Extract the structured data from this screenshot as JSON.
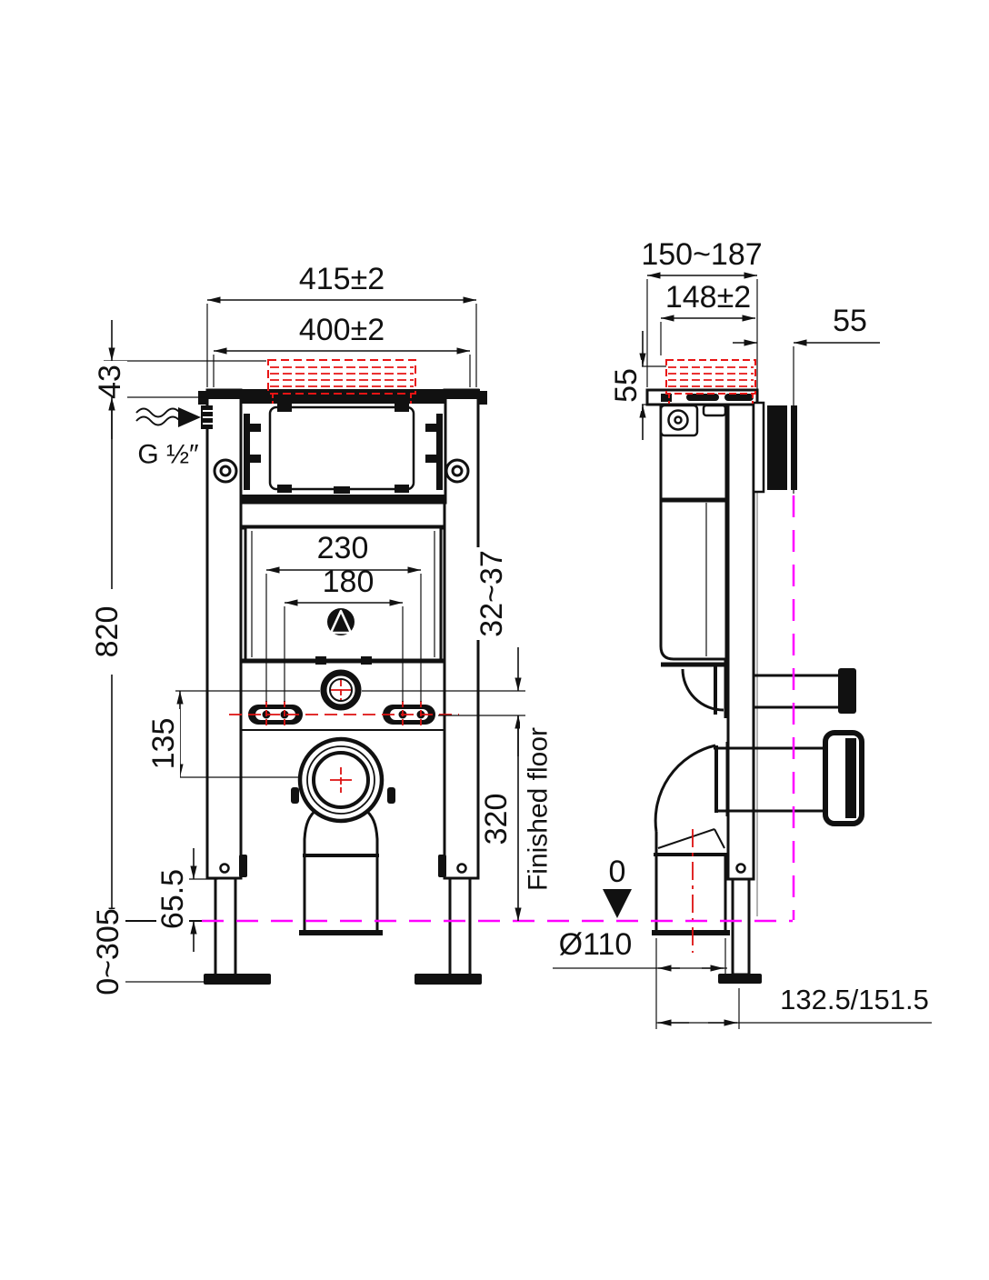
{
  "drawing": {
    "kind": "concealed-cistern-frame-installation-drawing",
    "front_view": {
      "dims": {
        "overall_width": "415±2",
        "inner_width": "400±2",
        "plate_height": "43",
        "frame_height": "820",
        "fixing_span_outer": "230",
        "fixing_span_inner": "180",
        "outlet_drop": "135",
        "leg_exposed": "65.5",
        "leg_adjust_range": "0~305",
        "slot_range": "32~37",
        "fixing_height": "320"
      },
      "inlet_label": "G ½″",
      "floor_label": "Finished floor"
    },
    "side_view": {
      "dims": {
        "depth_range": "150~187",
        "plate_width": "148±2",
        "wall_offset": "55",
        "plate_depth": "55",
        "outlet_diameter": "Ø110",
        "outlet_wall_distance": "132.5/151.5"
      },
      "datum_label": "0"
    },
    "colors": {
      "line": "#111111",
      "flush_plate_red": "#e81414",
      "floor_line_magenta": "#ff00ff",
      "centerline_red": "#dd1111",
      "wall_shadow_gray": "#9a9a9a"
    }
  }
}
